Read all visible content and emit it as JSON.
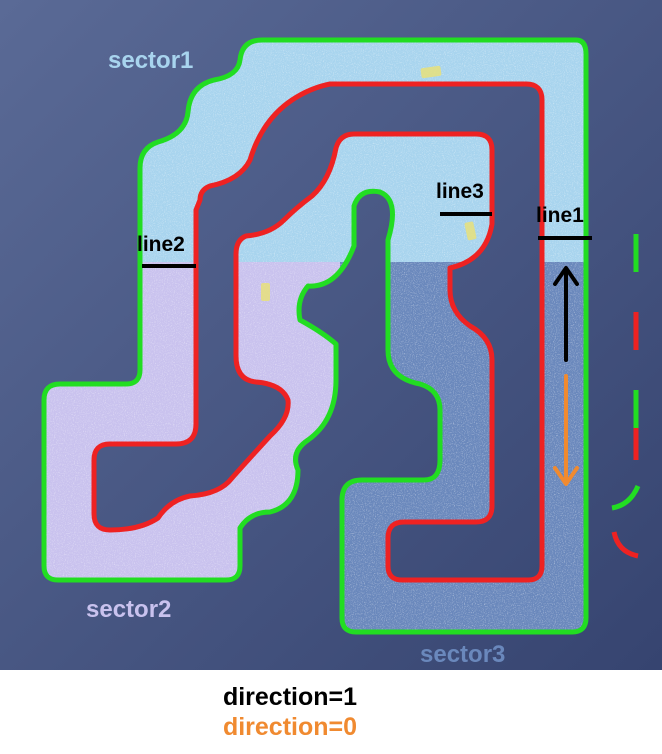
{
  "map": {
    "sectors": [
      {
        "label": "sector1",
        "color": "#a8d4ee"
      },
      {
        "label": "sector2",
        "color": "#c9c2ee"
      },
      {
        "label": "sector3",
        "color": "#6a88bc"
      }
    ],
    "lines": [
      "line1",
      "line2",
      "line3"
    ],
    "colors": {
      "background": "#4a5a84",
      "outer_boundary": "#22dd22",
      "inner_boundary": "#ee2222",
      "direction_1": "#000000",
      "direction_0": "#f08a30"
    }
  },
  "legend": {
    "direction_1": {
      "text": "direction=1",
      "color": "#000000"
    },
    "direction_0": {
      "text": "direction=0",
      "color": "#f08a30"
    }
  }
}
